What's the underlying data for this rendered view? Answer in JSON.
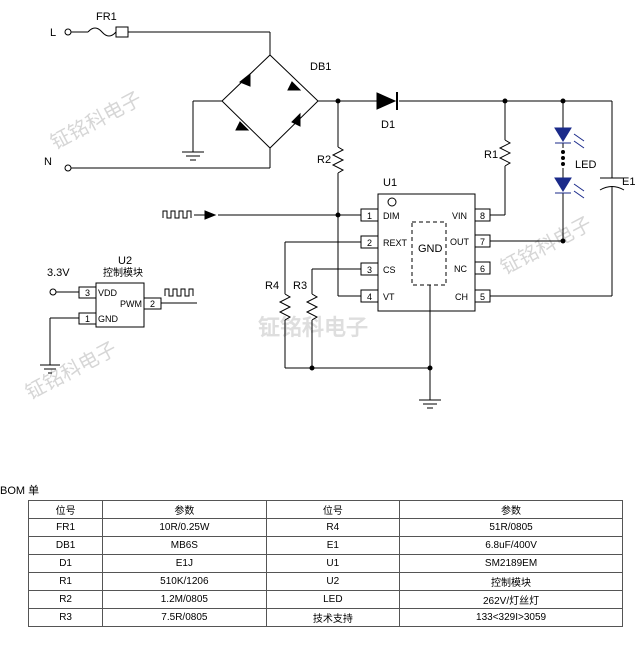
{
  "watermark": "钲铭科电子",
  "labels": {
    "L": "L",
    "N": "N",
    "FR1": "FR1",
    "DB1": "DB1",
    "D1": "D1",
    "R1": "R1",
    "R2": "R2",
    "R3": "R3",
    "R4": "R4",
    "U1": "U1",
    "U2": "U2",
    "U2_desc": "控制模块",
    "E1": "E1",
    "LED": "LED",
    "v33": "3.3V",
    "GND_box": "GND",
    "PWM": "PWM"
  },
  "u1_pins": {
    "p1": "1",
    "DIM": "DIM",
    "p2": "2",
    "REXT": "REXT",
    "p3": "3",
    "CS": "CS",
    "p4": "4",
    "VT": "VT",
    "p8": "8",
    "VIN": "VIN",
    "p7": "7",
    "OUT": "OUT",
    "p6": "6",
    "NC": "NC",
    "p5": "5",
    "CH": "CH"
  },
  "u2_pins": {
    "p3": "3",
    "VDD": "VDD",
    "p1": "1",
    "GND": "GND",
    "p2": "2"
  },
  "bom": {
    "title": "BOM 单",
    "headers": [
      "位号",
      "参数",
      "位号",
      "参数"
    ],
    "rows": [
      [
        "FR1",
        "10R/0.25W",
        "R4",
        "51R/0805"
      ],
      [
        "DB1",
        "MB6S",
        "E1",
        "6.8uF/400V"
      ],
      [
        "D1",
        "E1J",
        "U1",
        "SM2189EM"
      ],
      [
        "R1",
        "510K/1206",
        "U2",
        "控制模块"
      ],
      [
        "R2",
        "1.2M/0805",
        "LED",
        "262V/灯丝灯"
      ],
      [
        "R3",
        "7.5R/0805",
        "技术支持",
        "133<329I>3059"
      ]
    ]
  }
}
